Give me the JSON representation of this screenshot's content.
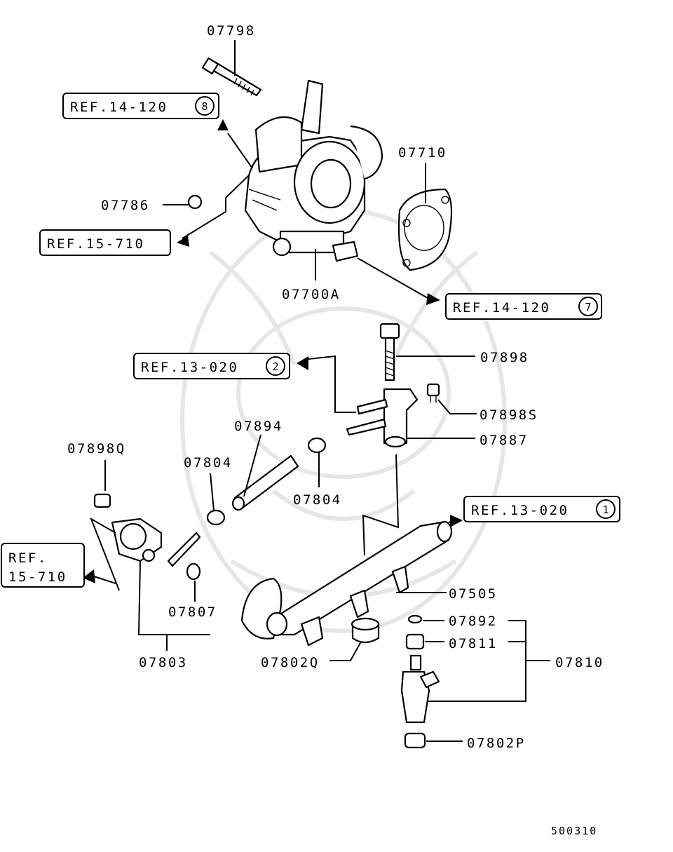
{
  "labels": {
    "p07798": "07798",
    "p07786": "07786",
    "p07710": "07710",
    "p07700A": "07700A",
    "p07898": "07898",
    "p07898S": "07898S",
    "p07887": "07887",
    "p07894": "07894",
    "p07804a": "07804",
    "p07804b": "07804",
    "p07898Q": "07898Q",
    "p07505": "07505",
    "p07807": "07807",
    "p07803": "07803",
    "p07802Q": "07802Q",
    "p07892": "07892",
    "p07811": "07811",
    "p07810": "07810",
    "p07802P": "07802P"
  },
  "refs": {
    "ref_14_120_8": {
      "text": "REF.14-120",
      "num": "8"
    },
    "ref_15_710_a": {
      "text": "REF.15-710"
    },
    "ref_14_120_7": {
      "text": "REF.14-120",
      "num": "7"
    },
    "ref_13_020_2": {
      "text": "REF.13-020",
      "num": "2"
    },
    "ref_13_020_1": {
      "text": "REF.13-020",
      "num": "1"
    },
    "ref_15_710_b": {
      "line1": "REF.",
      "line2": "15-710"
    }
  },
  "diagram_code": "500310",
  "colors": {
    "ink": "#000000",
    "watermark": "#e6e6e6",
    "background": "#ffffff"
  }
}
